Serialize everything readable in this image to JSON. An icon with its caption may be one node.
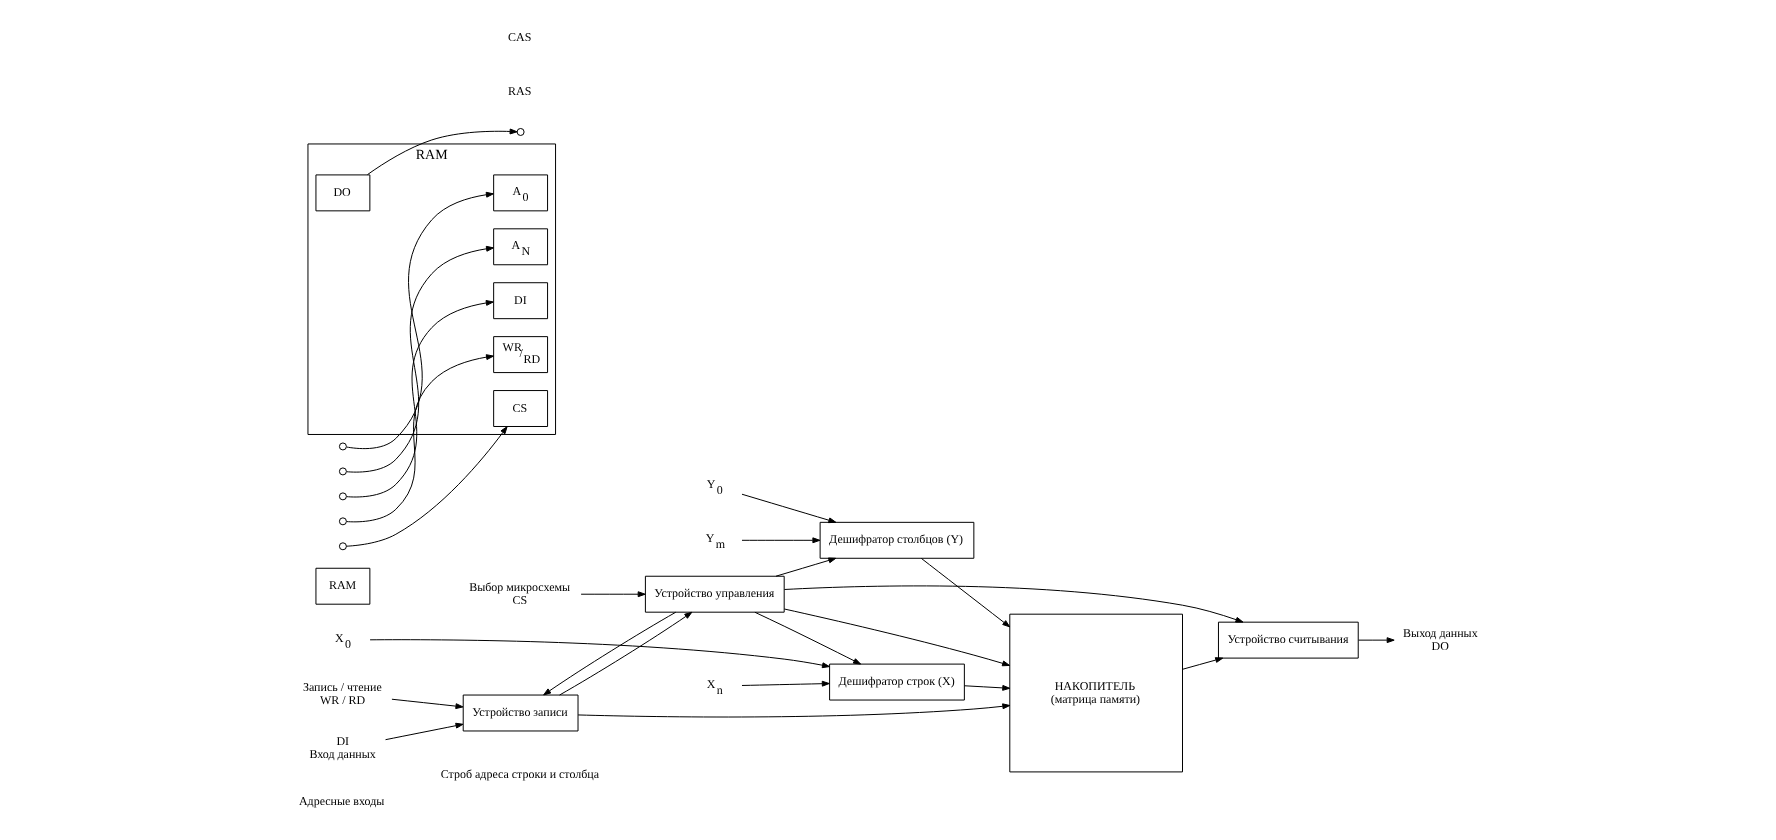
{
  "diagram": {
    "nodes": [
      {
        "text": [
          "Дешифратор строк (X)"
        ]
      },
      {
        "text": [
          "Дешифратор столбцов (Y)"
        ]
      },
      {
        "text": [
          "НАКОПИТЕЛЬ",
          "(матрица памяти)"
        ]
      },
      {
        "text": [
          "Устройство записи"
        ]
      },
      {
        "text": [
          "Устройство управления"
        ]
      },
      {
        "text": [
          "Устройство считывания"
        ]
      },
      {
        "text": [
          "X$_{0}$"
        ]
      },
      {
        "text": [
          "X$_{n}$"
        ]
      },
      {
        "text": [
          "Y$_{0}$"
        ]
      },
      {
        "text": [
          "Y$_{m}$"
        ]
      },
      {
        "text": [
          "DI",
          "Вход данных"
        ]
      },
      {
        "text": [
          "Запись / чтение",
          "WR / RD"
        ]
      },
      {
        "text": [
          "Выбор микросхемы",
          "CS"
        ]
      },
      {
        "text": [
          "Выход данных",
          "DO"
        ]
      },
      {
        "text": [
          "RAM"
        ]
      },
      {
        "text": [
          "RAM"
        ]
      },
      {
        "text": [
          "A$_{0}$"
        ],
        "in": 15
      },
      {
        "text": [
          "A$_{N}$"
        ],
        "in": 15
      },
      {
        "text": [
          "DI"
        ],
        "in": 15
      },
      {
        "text": [
          "$^{WR}$/$_{RD}$"
        ],
        "in": 15
      },
      {
        "text": [
          "CS"
        ],
        "in": 15
      },
      {
        "text": [
          "DO"
        ],
        "in": 15
      },
      {
        "text": [],
        "shape": "circle"
      },
      {
        "text": [],
        "shape": "circle"
      },
      {
        "text": [],
        "shape": "circle"
      },
      {
        "text": [],
        "shape": "circle"
      },
      {
        "text": [],
        "shape": "circle"
      },
      {
        "text": [],
        "shape": "circle"
      }
    ],
    "edges": [
      {
        "from": 6,
        "to": 0,
        "arrow": "to"
      },
      {
        "from": 7,
        "to": 0,
        "arrow": "to"
      },
      {
        "from": 8,
        "to": 1,
        "arrow": "to"
      },
      {
        "from": 9,
        "to": 1,
        "arrow": "to"
      },
      {
        "from": 0,
        "to": 2,
        "arrow": "to"
      },
      {
        "from": 1,
        "to": 2,
        "arrow": "to"
      },
      {
        "from": 10,
        "to": 3,
        "arrow": "to"
      },
      {
        "from": 11,
        "to": 3,
        "arrow": "to"
      },
      {
        "from": 12,
        "to": 4,
        "arrow": "to"
      },
      {
        "from": 3,
        "to": 4,
        "arrow": "to"
      },
      {
        "from": 4,
        "to": 3,
        "arrow": "to"
      },
      {
        "from": 3,
        "to": 2,
        "arrow": "to"
      },
      {
        "from": 4,
        "to": 0,
        "arrow": "to"
      },
      {
        "from": 4,
        "to": 1,
        "arrow": "to"
      },
      {
        "from": 4,
        "to": 2,
        "arrow": "to"
      },
      {
        "from": 2,
        "to": 5,
        "arrow": "to"
      },
      {
        "from": 4,
        "to": 5,
        "arrow": "to"
      },
      {
        "from": 5,
        "to": 13,
        "arrow": "to"
      },
      {
        "from": 22,
        "to": 16,
        "arrow": "to"
      },
      {
        "from": 23,
        "to": 17,
        "arrow": "to"
      },
      {
        "from": 24,
        "to": 18,
        "arrow": "to"
      },
      {
        "from": 25,
        "to": 19,
        "arrow": "to"
      },
      {
        "from": 26,
        "to": 20,
        "arrow": "to"
      },
      {
        "from": 21,
        "to": 27,
        "arrow": "to"
      }
    ],
    "labels": [
      "Адресные входы",
      "Строб адреса строки и столбца",
      "RAS",
      "CAS"
    ]
  }
}
